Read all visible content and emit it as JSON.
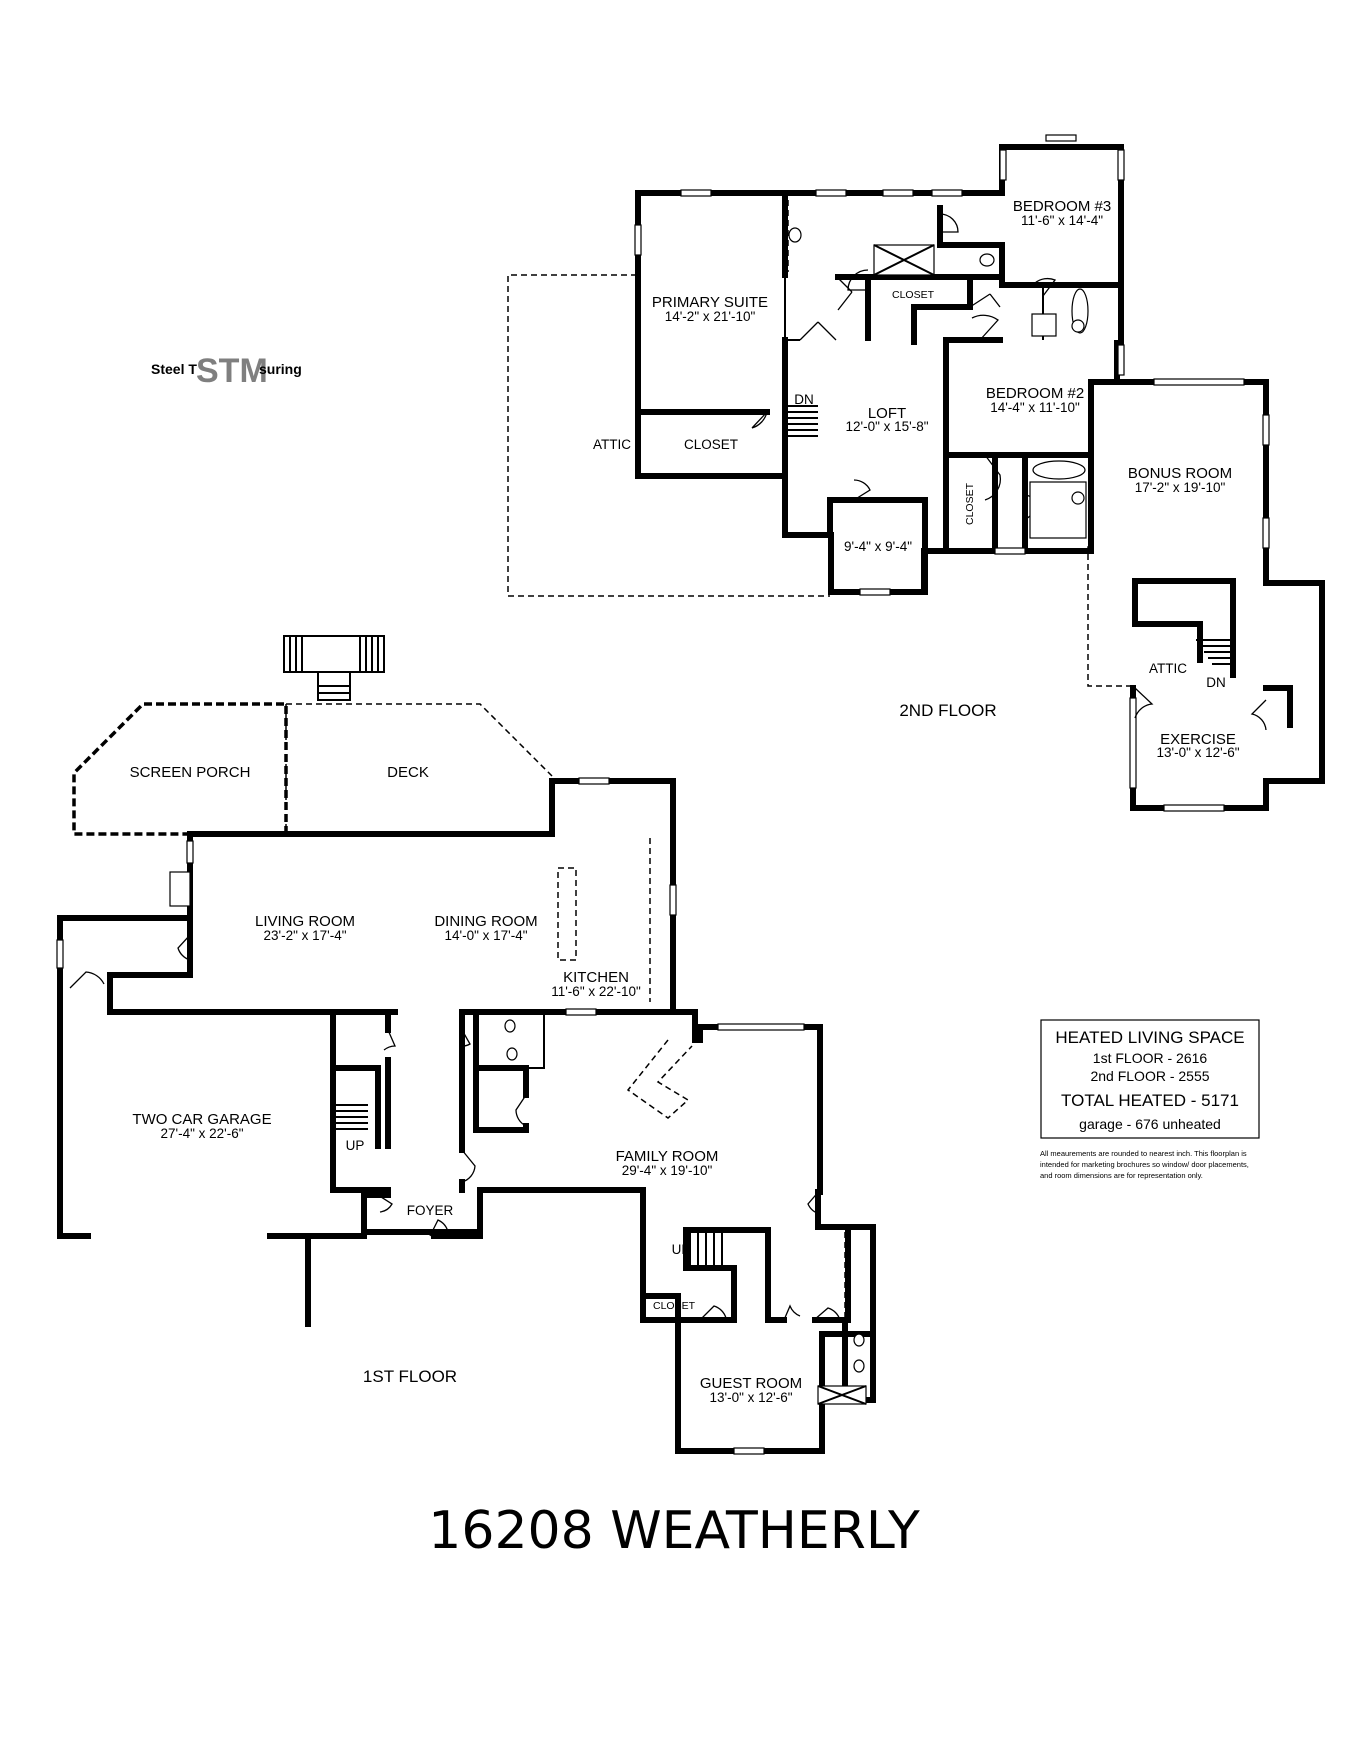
{
  "title": "16208 WEATHERLY",
  "logo": {
    "prefix": "Steel T",
    "mark": "STM",
    "suffix": "suring"
  },
  "floors": {
    "first": "1ST FLOOR",
    "second": "2ND FLOOR"
  },
  "rooms": {
    "primary_suite": {
      "name": "PRIMARY SUITE",
      "dims": "14'-2\" x 21'-10\""
    },
    "bedroom3": {
      "name": "BEDROOM #3",
      "dims": "11'-6\" x 14'-4\""
    },
    "bedroom2": {
      "name": "BEDROOM #2",
      "dims": "14'-4\" x 11'-10\""
    },
    "loft": {
      "name": "LOFT",
      "dims": "12'-0\" x 15'-8\""
    },
    "bonus_room": {
      "name": "BONUS ROOM",
      "dims": "17'-2\" x 19'-10\""
    },
    "exercise": {
      "name": "EXERCISE",
      "dims": "13'-0\" x 12'-6\""
    },
    "small_room": {
      "dims": "9'-4\" x 9'-4\""
    },
    "screen_porch": {
      "name": "SCREEN PORCH"
    },
    "deck": {
      "name": "DECK"
    },
    "living_room": {
      "name": "LIVING ROOM",
      "dims": "23'-2\" x 17'-4\""
    },
    "dining_room": {
      "name": "DINING ROOM",
      "dims": "14'-0\" x 17'-4\""
    },
    "kitchen": {
      "name": "KITCHEN",
      "dims": "11'-6\" x 22'-10\""
    },
    "garage": {
      "name": "TWO CAR GARAGE",
      "dims": "27'-4\" x 22'-6\""
    },
    "family_room": {
      "name": "FAMILY ROOM",
      "dims": "29'-4\" x 19'-10\""
    },
    "guest_room": {
      "name": "GUEST ROOM",
      "dims": "13'-0\" x 12'-6\""
    }
  },
  "labels": {
    "attic": "ATTIC",
    "closet": "CLOSET",
    "closet_small": "CLOSET",
    "closet_vertical": "CLOSET",
    "closet_first": "CLOSET",
    "dn": "DN",
    "up": "UP",
    "foyer": "FOYER"
  },
  "living_space": {
    "heading": "HEATED LIVING SPACE",
    "first_floor": "1st FLOOR - 2616",
    "second_floor": "2nd FLOOR - 2555",
    "total": "TOTAL HEATED - 5171",
    "garage": "garage - 676 unheated"
  },
  "disclaimer": [
    "All meaurements are rounded to nearest inch. This floorplan is",
    "intended for marketing brochures so window/ door placements,",
    "and room dimensions are for representation only."
  ]
}
